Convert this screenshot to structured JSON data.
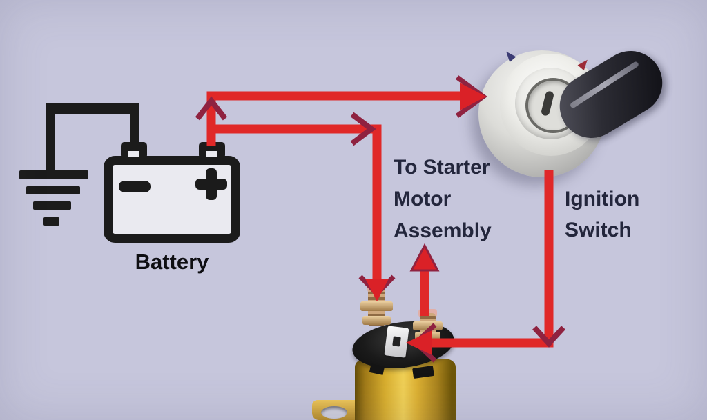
{
  "diagram": {
    "type": "wiring-diagram",
    "subject": "Battery to ignition switch and starter solenoid wiring",
    "background_color": "#c6c6dc",
    "wire_color": "#e02828",
    "arrow_accent_color": "#8f2240",
    "component_outline_color": "#1b1b1b",
    "label_color": "#23263c"
  },
  "labels": {
    "battery": "Battery",
    "starter": {
      "lines": [
        "To Starter",
        "Motor",
        "Assembly"
      ]
    },
    "ignition": {
      "lines": [
        "Ignition",
        "Switch"
      ]
    },
    "battery_polarity": {
      "negative": "-",
      "positive": "+"
    }
  },
  "icons": {
    "ground": "ground-symbol",
    "battery": "battery-icon",
    "ignition_switch": "ignition-switch",
    "key": "key-knob",
    "starter_solenoid": "starter-solenoid"
  }
}
